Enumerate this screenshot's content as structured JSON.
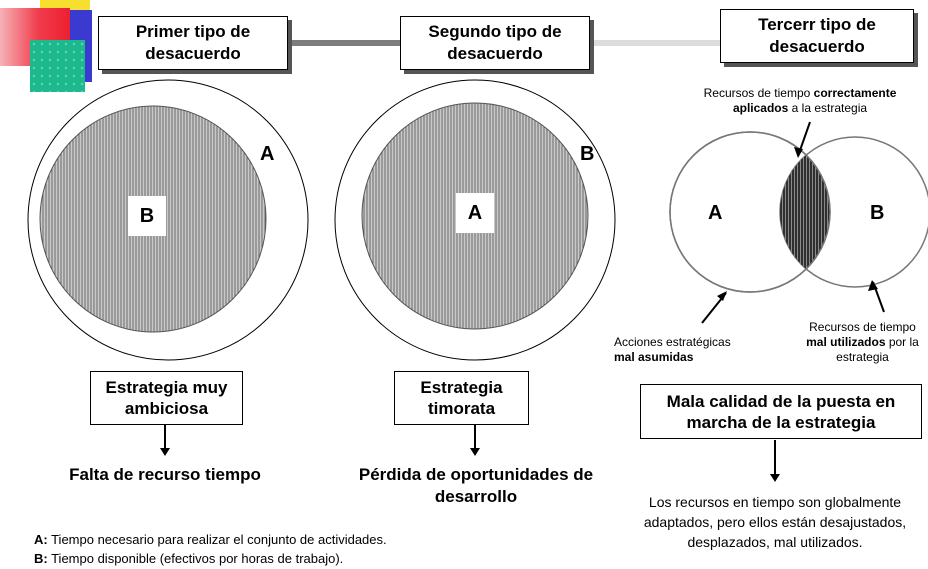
{
  "titles": {
    "first": "Primer tipo de desacuerdo",
    "second": "Segundo tipo de desacuerdo",
    "third": "Tercerr tipo de desacuerdo"
  },
  "panel1": {
    "outer_label": "A",
    "inner_label": "B",
    "box": "Estrategia muy ambiciosa",
    "consequence": "Falta de recurso tiempo"
  },
  "panel2": {
    "outer_label": "B",
    "inner_label": "A",
    "box": "Estrategia timorata",
    "consequence": "Pérdida de oportunidades de desarrollo"
  },
  "panel3": {
    "left_label": "A",
    "right_label": "B",
    "top_note_normal": "Recursos de tiempo ",
    "top_note_bold1": "correctamente",
    "top_note_bold2": "aplicados",
    "top_note_end": " a la estrategia",
    "left_note_line1": "Acciones estratégicas",
    "left_note_bold": "mal asumidas",
    "right_note_line1": "Recursos de tiempo",
    "right_note_bold": "mal utilizados",
    "right_note_mid": " por la",
    "right_note_line3": "estrategia",
    "box": "Mala calidad de la puesta en marcha de la estrategia",
    "consequence": "Los recursos en tiempo son globalmente adaptados, pero ellos están desajustados, desplazados, mal utilizados."
  },
  "legend": {
    "a_key": "A:",
    "a_text": " Tiempo necesario para realizar el conjunto de actividades.",
    "b_key": "B:",
    "b_text": " Tiempo disponible (efectivos por horas de trabajo)."
  },
  "colors": {
    "decor_red": "#f03c4c",
    "decor_yellow": "#f6df2e",
    "decor_blue": "#3a3ad0",
    "decor_teal": "#1bb98c",
    "connector_dark": "#7d7d7d",
    "connector_light": "#dcdcdc"
  }
}
